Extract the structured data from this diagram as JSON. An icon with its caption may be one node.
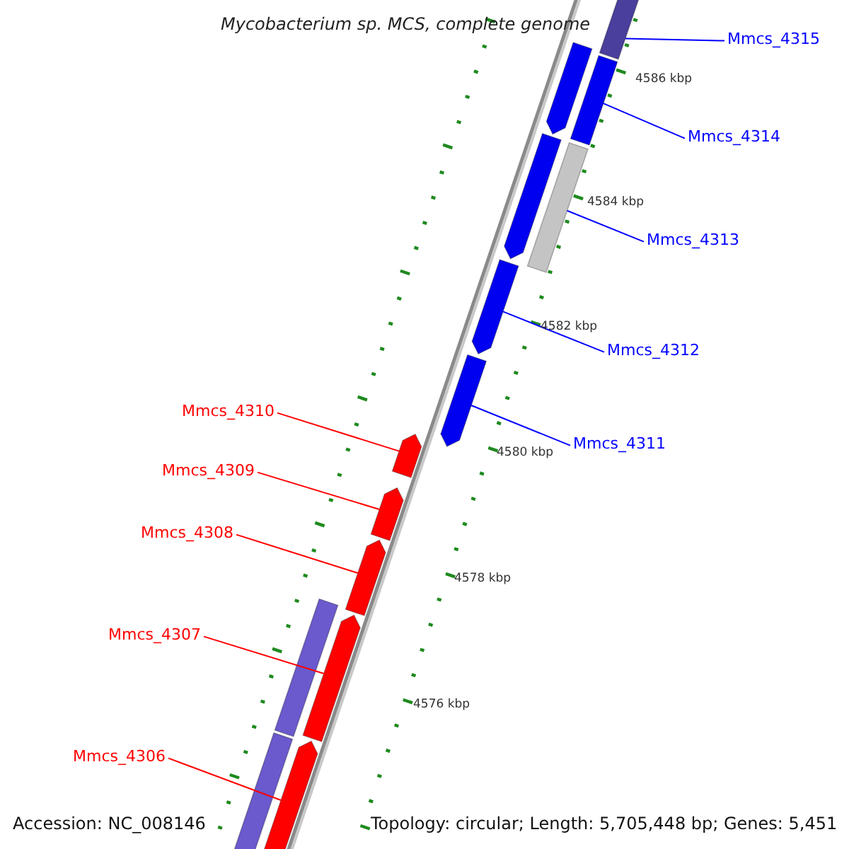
{
  "diagram": {
    "title": "Mycobacterium sp. MCS, complete genome",
    "nodes": [
      {
        "text": [
          "Mmcs_4315"
        ]
      },
      {
        "text": [],
        "shape": "bar"
      },
      {
        "text": [
          "Mmcs_4314"
        ]
      },
      {
        "text": [],
        "shape": "bar"
      },
      {
        "text": [
          "Mmcs_4313"
        ]
      },
      {
        "text": [],
        "shape": "bar"
      },
      {
        "text": [
          "Mmcs_4312"
        ]
      },
      {
        "text": [],
        "shape": "arrow"
      },
      {
        "text": [
          "Mmcs_4311"
        ]
      },
      {
        "text": [],
        "shape": "arrow"
      },
      {
        "text": [
          "Mmcs_4310"
        ]
      },
      {
        "text": [],
        "shape": "arrow"
      },
      {
        "text": [
          "Mmcs_4309"
        ]
      },
      {
        "text": [],
        "shape": "arrow"
      },
      {
        "text": [
          "Mmcs_4308"
        ]
      },
      {
        "text": [],
        "shape": "arrow"
      },
      {
        "text": [
          "Mmcs_4307"
        ]
      },
      {
        "text": [],
        "shape": "arrow"
      },
      {
        "text": [
          "Mmcs_4306"
        ]
      },
      {
        "text": [],
        "shape": "arrow"
      },
      {
        "text": [],
        "shape": "arrow"
      },
      {
        "text": [],
        "shape": "arrow"
      },
      {
        "text": [],
        "shape": "bar"
      },
      {
        "text": [],
        "shape": "bar"
      }
    ],
    "edges": [
      {
        "from": 0,
        "to": 1,
        "arrow": "none",
        "color": "#0000ff"
      },
      {
        "from": 2,
        "to": 3,
        "arrow": "none",
        "color": "#0000ff"
      },
      {
        "from": 4,
        "to": 5,
        "arrow": "none",
        "color": "#0000ff"
      },
      {
        "from": 6,
        "to": 7,
        "arrow": "none",
        "color": "#0000ff"
      },
      {
        "from": 8,
        "to": 9,
        "arrow": "none",
        "color": "#0000ff"
      },
      {
        "from": 10,
        "to": 11,
        "arrow": "none",
        "color": "#ff0000"
      },
      {
        "from": 12,
        "to": 13,
        "arrow": "none",
        "color": "#ff0000"
      },
      {
        "from": 14,
        "to": 15,
        "arrow": "none",
        "color": "#ff0000"
      },
      {
        "from": 16,
        "to": 17,
        "arrow": "none",
        "color": "#ff0000"
      },
      {
        "from": 18,
        "to": 19,
        "arrow": "none",
        "color": "#ff0000"
      }
    ],
    "labels": [
      "4586 kbp",
      "4584 kbp",
      "4582 kbp",
      "4580 kbp",
      "4578 kbp",
      "4576 kbp",
      "Accession: NC_008146",
      "Topology: circular; Length: 5,705,448 bp; Genes: 5,451"
    ]
  }
}
